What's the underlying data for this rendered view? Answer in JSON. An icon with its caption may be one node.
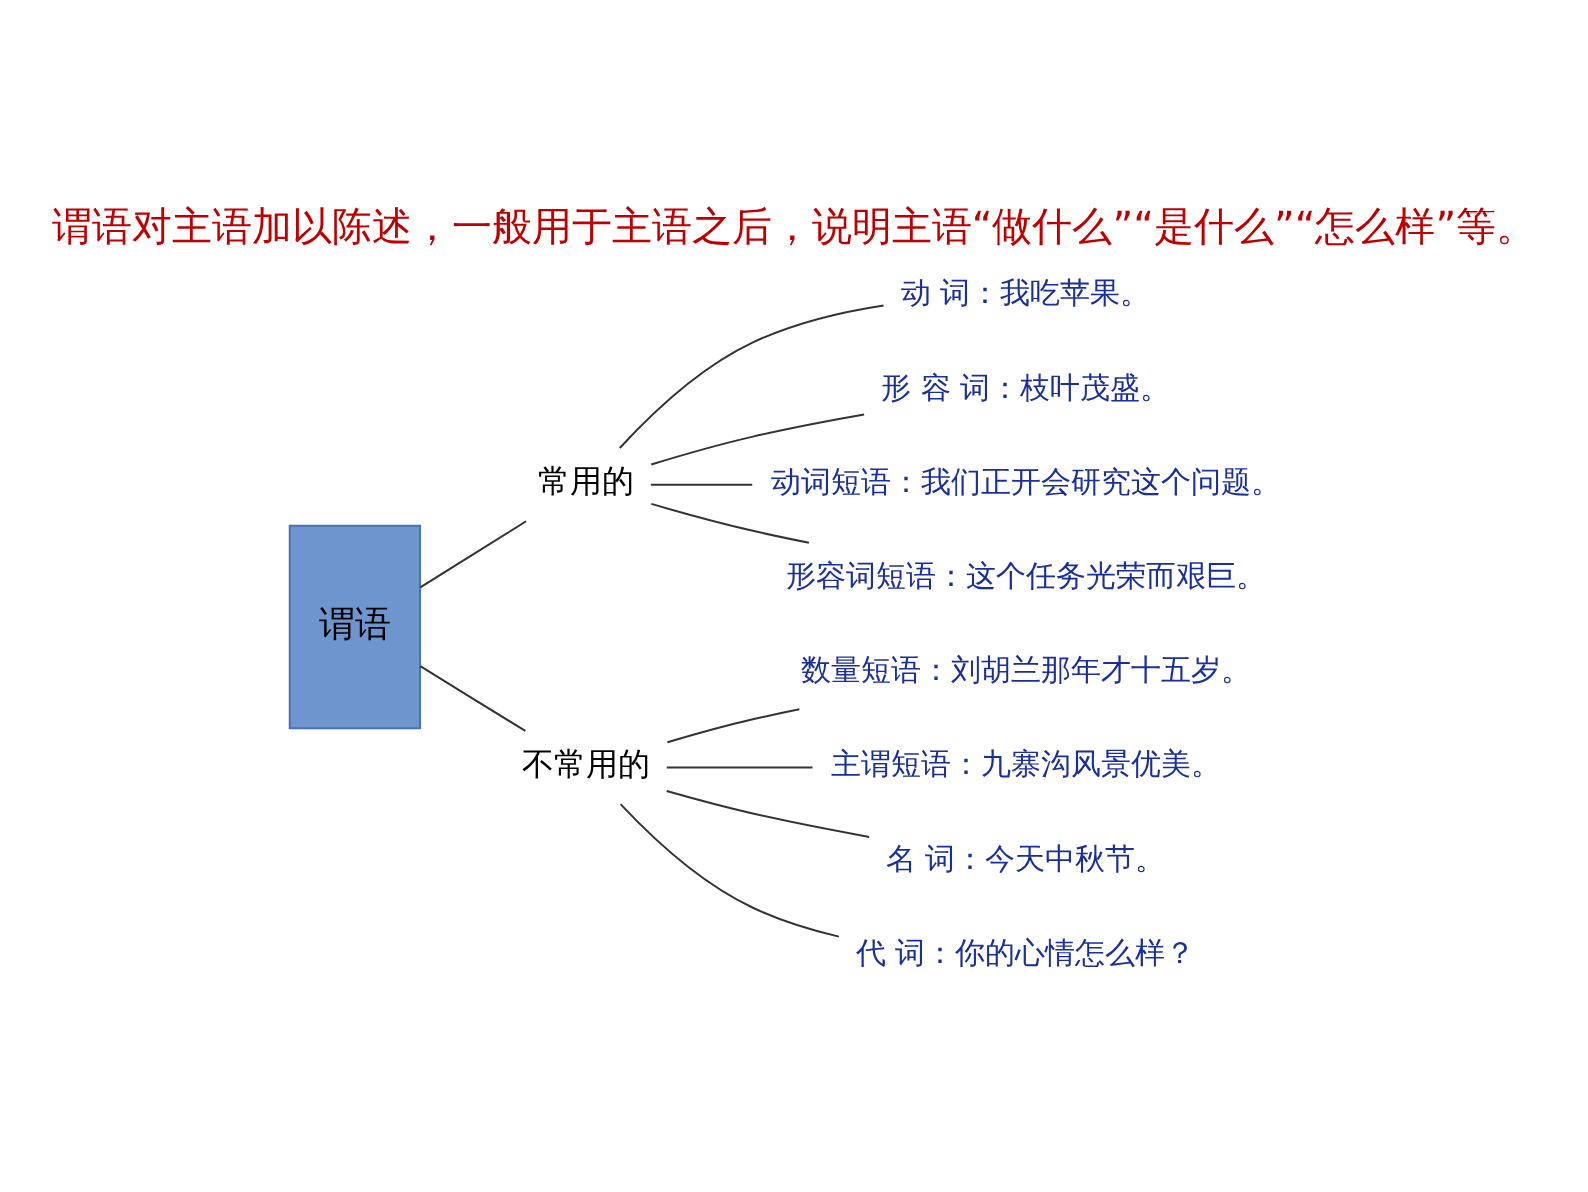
{
  "diagram": {
    "title": "谓语对主语加以陈述，一般用于主语之后，说明主语“做什么”“是什么”“怎么样”等。",
    "nodes": [
      {
        "text": [
          "谓语"
        ]
      },
      {
        "text": [
          "常用的"
        ]
      },
      {
        "text": [
          "动 词：我吃苹果。"
        ]
      },
      {
        "text": [
          "形 容 词：枝叶茂盛。"
        ]
      },
      {
        "text": [
          "动词短语：我们正开会研究这个问题。"
        ]
      },
      {
        "text": [
          "形容词短语：这个任务光荣而艰巨。"
        ]
      },
      {
        "text": [
          "不常用的"
        ]
      },
      {
        "text": [
          "数量短语：刘胡兰那年才十五岁。"
        ]
      },
      {
        "text": [
          "主谓短语：九寨沟风景优美。"
        ]
      },
      {
        "text": [
          "名 词：今天中秋节。"
        ]
      },
      {
        "text": [
          "代 词：你的心情怎么样？"
        ]
      }
    ],
    "edges": [
      {
        "from": 0,
        "to": 1,
        "arrow": "none"
      },
      {
        "from": 0,
        "to": 6,
        "arrow": "none"
      },
      {
        "from": 1,
        "to": 2,
        "arrow": "none"
      },
      {
        "from": 1,
        "to": 3,
        "arrow": "none"
      },
      {
        "from": 1,
        "to": 4,
        "arrow": "none"
      },
      {
        "from": 1,
        "to": 5,
        "arrow": "none"
      },
      {
        "from": 6,
        "to": 7,
        "arrow": "none"
      },
      {
        "from": 6,
        "to": 8,
        "arrow": "none"
      },
      {
        "from": 6,
        "to": 9,
        "arrow": "none"
      },
      {
        "from": 6,
        "to": 10,
        "arrow": "none"
      }
    ]
  }
}
